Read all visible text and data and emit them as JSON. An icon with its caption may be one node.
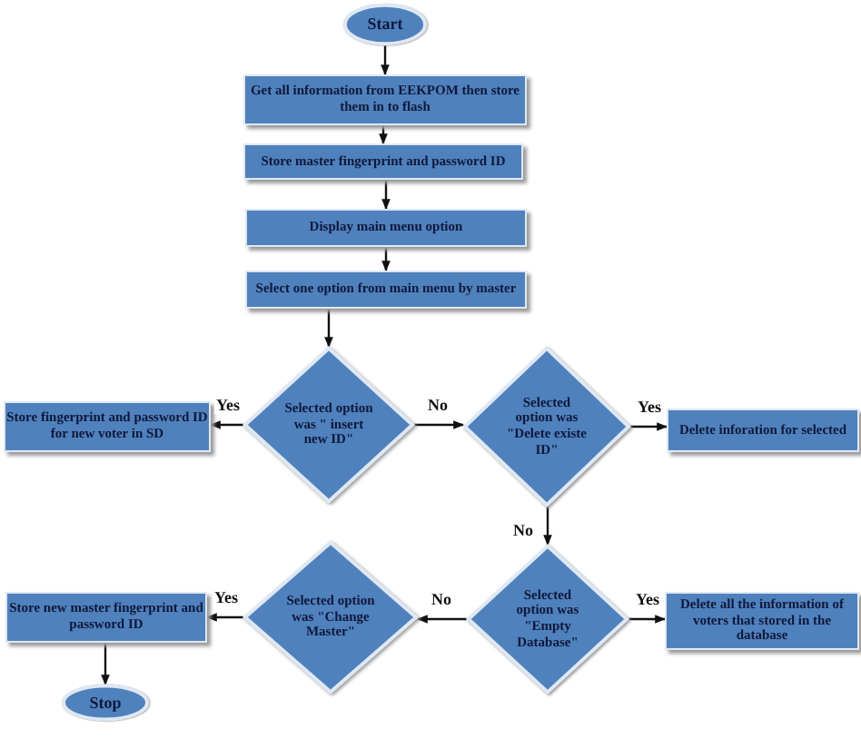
{
  "diagram": {
    "nodes": [
      {
        "text": [
          "Start"
        ]
      },
      {
        "text": [
          "Get all information from EEKPOM then store them in to flash"
        ]
      },
      {
        "text": [
          "Store master fingerprint and password ID"
        ]
      },
      {
        "text": [
          "Display main menu option"
        ]
      },
      {
        "text": [
          "Select one option from  main menu by  master"
        ]
      },
      {
        "text": [
          "Store fingerprint and password ID for new voter in SD"
        ]
      },
      {
        "text": [
          "Selected option was \" insert new ID\""
        ]
      },
      {
        "text": [
          "Selected option was \"Delete existe ID\""
        ]
      },
      {
        "text": [
          "Delete inforation for selected"
        ]
      },
      {
        "text": [
          "Store new master fingerprint and password ID"
        ]
      },
      {
        "text": [
          "Selected option was \"Change Master\""
        ]
      },
      {
        "text": [
          "Selected option was \"Empty Database\""
        ]
      },
      {
        "text": [
          "Delete all the information of voters that stored in the database"
        ]
      },
      {
        "text": [
          "Stop"
        ]
      }
    ],
    "edges": [
      {
        "from": 0,
        "to": 1,
        "arrow": "to"
      },
      {
        "from": 1,
        "to": 2,
        "arrow": "to"
      },
      {
        "from": 2,
        "to": 3,
        "arrow": "to"
      },
      {
        "from": 3,
        "to": 4,
        "arrow": "to"
      },
      {
        "from": 4,
        "to": 6,
        "arrow": "to"
      },
      {
        "from": 6,
        "to": 5,
        "arrow": "to",
        "label": "Yes"
      },
      {
        "from": 6,
        "to": 7,
        "arrow": "to",
        "label": "No"
      },
      {
        "from": 7,
        "to": 8,
        "arrow": "to",
        "label": "Yes"
      },
      {
        "from": 7,
        "to": 11,
        "arrow": "to",
        "label": "No"
      },
      {
        "from": 11,
        "to": 12,
        "arrow": "to",
        "label": "Yes"
      },
      {
        "from": 11,
        "to": 10,
        "arrow": "to",
        "label": "No"
      },
      {
        "from": 10,
        "to": 9,
        "arrow": "to",
        "label": "Yes"
      },
      {
        "from": 9,
        "to": 13,
        "arrow": "to"
      }
    ]
  }
}
